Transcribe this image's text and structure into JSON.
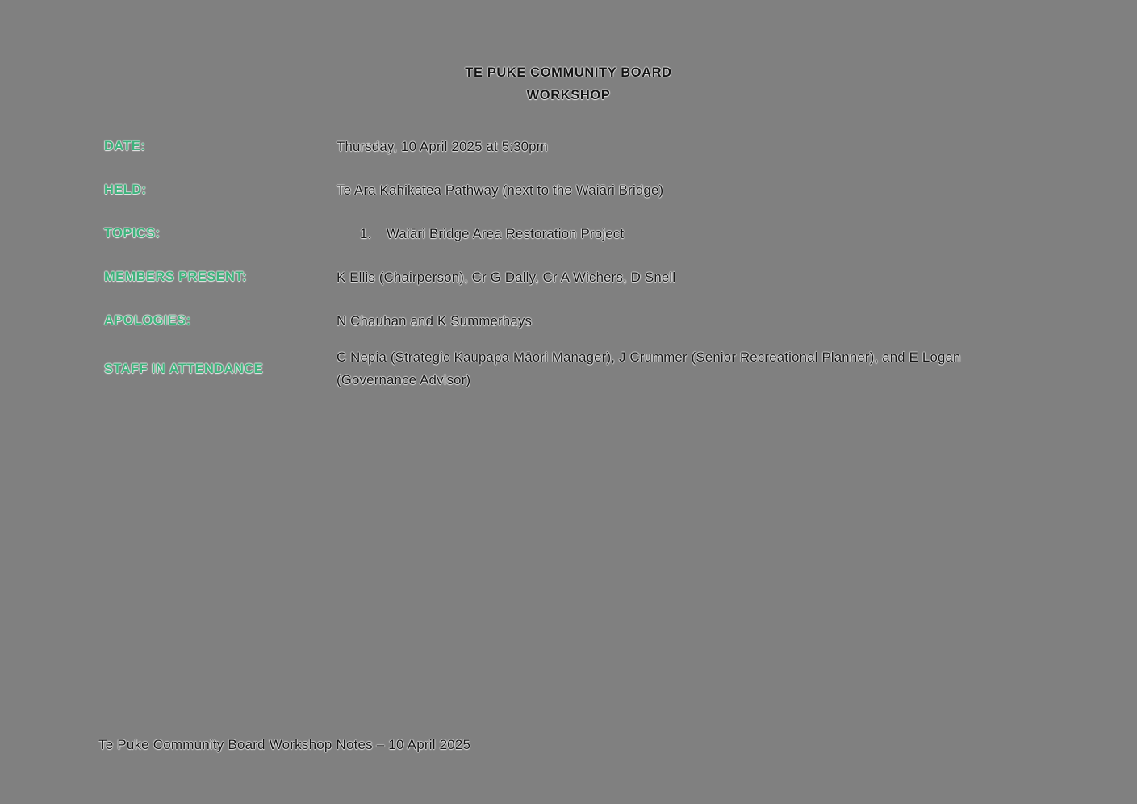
{
  "colors": {
    "background": "#808080",
    "accent": "#3EB27C",
    "text": "#131313"
  },
  "doc": {
    "title_line1": "TE PUKE COMMUNITY BOARD",
    "title_line2": "WORKSHOP",
    "rows": [
      {
        "label": "DATE:",
        "value": "Thursday, 10 April 2025 at 5:30pm"
      },
      {
        "label": "HELD:",
        "value": "Te Ara Kahikatea Pathway (next to the Waiāri Bridge)"
      },
      {
        "label": "TOPICS:",
        "list": [
          {
            "number": "1.",
            "text": "Waiāri Bridge Area Restoration Project"
          }
        ]
      },
      {
        "label": "MEMBERS PRESENT:",
        "value": "K Ellis (Chairperson), Cr G Dally, Cr A Wichers, D Snell"
      },
      {
        "label": "APOLOGIES:",
        "value": "N Chauhan and K Summerhays"
      },
      {
        "label": "STAFF IN ATTENDANCE",
        "value": "C Nepia (Strategic Kaupapa Māori Manager), J Crummer (Senior Recreational Planner), and E Logan (Governance Advisor)"
      }
    ],
    "footer": "Te Puke Community Board Workshop Notes – 10 April 2025"
  }
}
